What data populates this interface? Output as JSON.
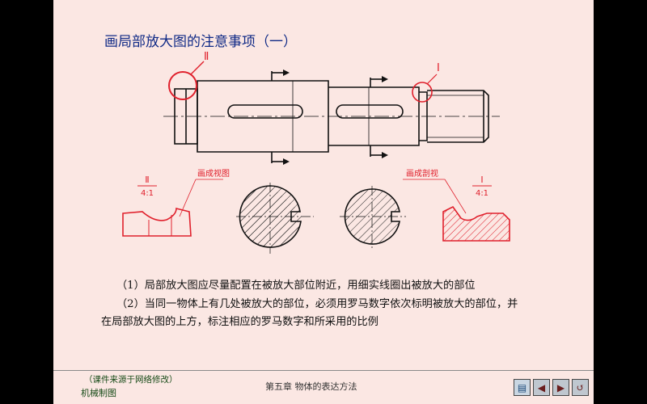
{
  "slide": {
    "title": "画局部放大图的注意事项（一）",
    "notes": [
      "（1）局部放大图应尽量配置在被放大部位附近，用细实线圈出被放大的部位",
      "（2）当同一物体上有几处被放大的部位，必须用罗马数字依次标明被放大的部位，并",
      "在局部放大图的上方，标注相应的罗马数字和所采用的比例"
    ]
  },
  "drawing": {
    "mark_left": "Ⅱ",
    "mark_right": "Ⅰ",
    "detail_left": {
      "numeral": "Ⅱ",
      "scale": "4:1",
      "callout": "画成视图"
    },
    "detail_right": {
      "numeral": "Ⅰ",
      "scale": "4:1",
      "callout": "画成剖视"
    },
    "colors": {
      "red": "#e0202c",
      "line": "#111111"
    }
  },
  "footer": {
    "source_note": "（课件来源于网络修改）",
    "course_name": "机械制图",
    "chapter": "第五章 物体的表达方法",
    "nav": [
      {
        "icon": "menu-icon",
        "symbol": "▤"
      },
      {
        "icon": "previous-icon",
        "symbol": "◀"
      },
      {
        "icon": "next-icon",
        "symbol": "▶"
      },
      {
        "icon": "return-icon",
        "symbol": "↺"
      }
    ]
  }
}
